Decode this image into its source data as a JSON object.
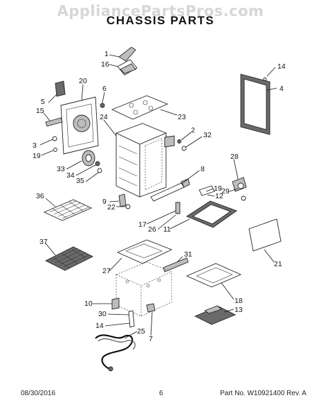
{
  "watermark": "AppliancePartsPros.com",
  "title": "CHASSIS PARTS",
  "footer": {
    "date": "08/30/2016",
    "page": "6",
    "part_no": "Part No. W10921400  Rev. A"
  },
  "callouts": [
    {
      "id": "1",
      "label": "1"
    },
    {
      "id": "16",
      "label": "16"
    },
    {
      "id": "14a",
      "label": "14"
    },
    {
      "id": "4",
      "label": "4"
    },
    {
      "id": "20",
      "label": "20"
    },
    {
      "id": "5",
      "label": "5"
    },
    {
      "id": "6",
      "label": "6"
    },
    {
      "id": "15",
      "label": "15"
    },
    {
      "id": "23",
      "label": "23"
    },
    {
      "id": "24",
      "label": "24"
    },
    {
      "id": "3",
      "label": "3"
    },
    {
      "id": "19a",
      "label": "19"
    },
    {
      "id": "2",
      "label": "2"
    },
    {
      "id": "32",
      "label": "32"
    },
    {
      "id": "28",
      "label": "28"
    },
    {
      "id": "33",
      "label": "33"
    },
    {
      "id": "34",
      "label": "34"
    },
    {
      "id": "35",
      "label": "35"
    },
    {
      "id": "8",
      "label": "8"
    },
    {
      "id": "19b",
      "label": "19"
    },
    {
      "id": "29",
      "label": "29"
    },
    {
      "id": "12",
      "label": "12"
    },
    {
      "id": "36",
      "label": "36"
    },
    {
      "id": "9",
      "label": "9"
    },
    {
      "id": "22",
      "label": "22"
    },
    {
      "id": "17",
      "label": "17"
    },
    {
      "id": "26",
      "label": "26"
    },
    {
      "id": "11",
      "label": "11"
    },
    {
      "id": "37",
      "label": "37"
    },
    {
      "id": "31",
      "label": "31"
    },
    {
      "id": "27",
      "label": "27"
    },
    {
      "id": "21",
      "label": "21"
    },
    {
      "id": "18",
      "label": "18"
    },
    {
      "id": "10",
      "label": "10"
    },
    {
      "id": "13",
      "label": "13"
    },
    {
      "id": "30",
      "label": "30"
    },
    {
      "id": "14b",
      "label": "14"
    },
    {
      "id": "7",
      "label": "7"
    },
    {
      "id": "25",
      "label": "25"
    }
  ]
}
